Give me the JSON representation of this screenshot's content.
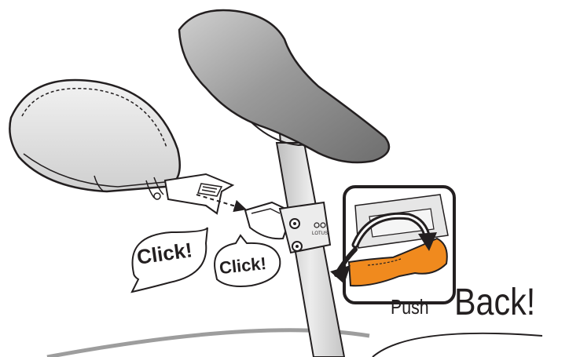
{
  "illustration": {
    "labels": {
      "click_left": "Click!",
      "click_right": "Click!",
      "push": "Push",
      "back": "Back!"
    },
    "brand_mark": "LOTUS",
    "colors": {
      "line": "#231f20",
      "saddle": "#9a9a9a",
      "seatpost": "#d4d4d4",
      "release_tab": "#f08a1e",
      "bag": "#d9d9d9"
    }
  }
}
